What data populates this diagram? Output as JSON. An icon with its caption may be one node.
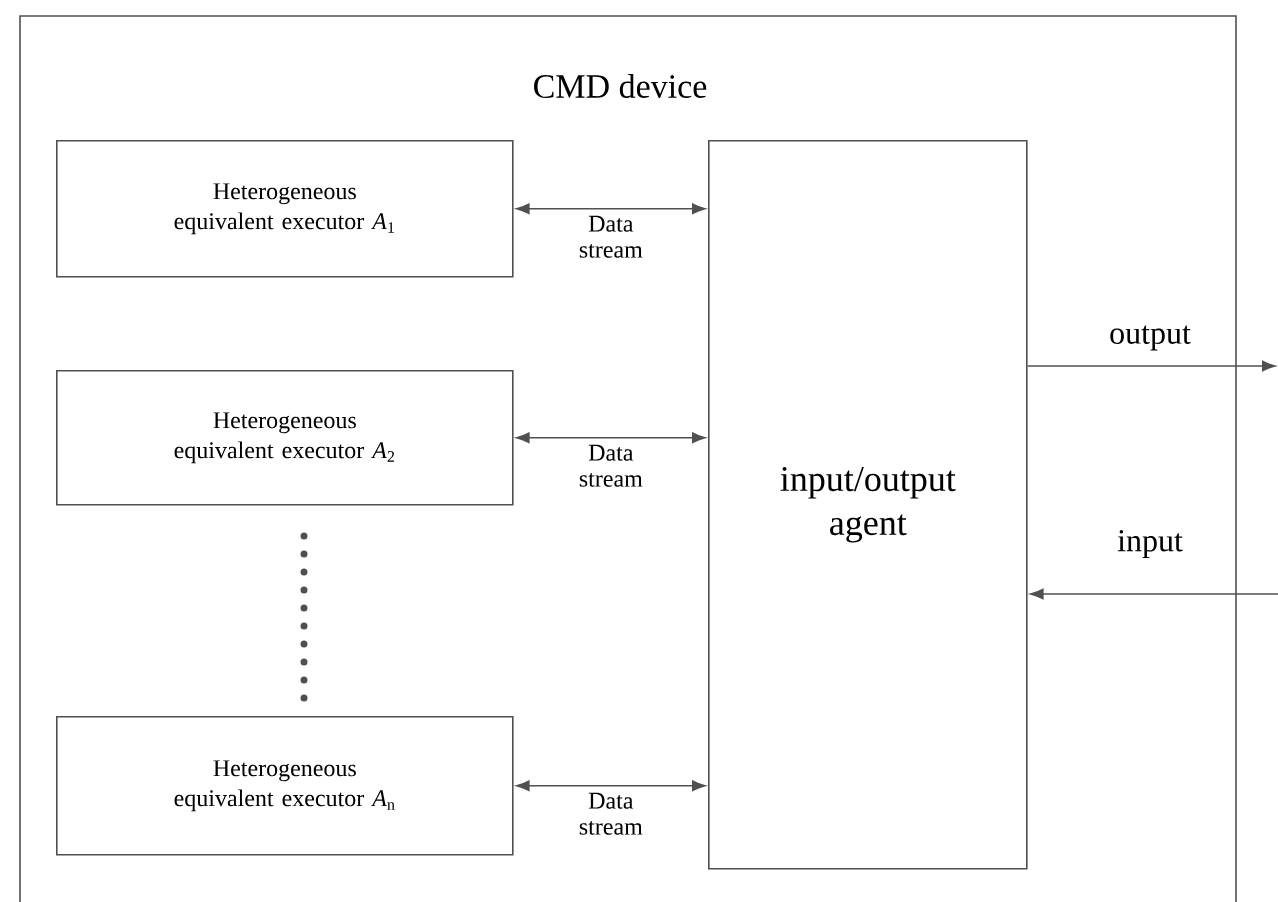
{
  "diagram": {
    "nodes": [
      {
        "text": [
          "CMD device"
        ]
      },
      {
        "text": [
          "Heterogeneous equivalent executor *A*$_{1}$"
        ],
        "in": 0
      },
      {
        "text": [
          "Heterogeneous equivalent executor *A*$_{2}$"
        ],
        "in": 0
      },
      {
        "text": [
          "Heterogeneous equivalent executor *A*$_{n}$"
        ],
        "in": 0
      },
      {
        "text": [
          "input/output agent"
        ],
        "in": 0
      }
    ],
    "edges": [
      {
        "from": 1,
        "to": 4,
        "arrow": "both",
        "label": "Data stream"
      },
      {
        "from": 2,
        "to": 4,
        "arrow": "both",
        "label": "Data stream"
      },
      {
        "from": 3,
        "to": 4,
        "arrow": "both",
        "label": "Data stream"
      },
      {
        "from": 4,
        "to": null,
        "arrow": "to",
        "label": "output"
      },
      {
        "from": null,
        "to": 4,
        "arrow": "to",
        "label": "input"
      }
    ]
  }
}
